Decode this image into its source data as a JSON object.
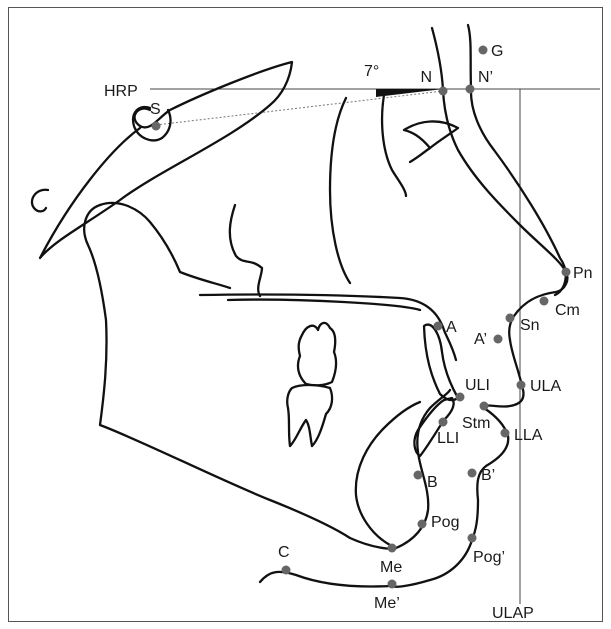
{
  "diagram": {
    "angle_label": "7°",
    "reference_lines": {
      "horizontal": "HRP",
      "vertical": "ULAP"
    },
    "landmarks": [
      {
        "id": "G",
        "label": "G"
      },
      {
        "id": "N",
        "label": "N"
      },
      {
        "id": "N_soft",
        "label": "N’"
      },
      {
        "id": "S",
        "label": "S"
      },
      {
        "id": "Pn",
        "label": "Pn"
      },
      {
        "id": "Cm",
        "label": "Cm"
      },
      {
        "id": "Sn",
        "label": "Sn"
      },
      {
        "id": "A",
        "label": "A"
      },
      {
        "id": "A_soft",
        "label": "A’"
      },
      {
        "id": "ULI",
        "label": "ULI"
      },
      {
        "id": "ULA",
        "label": "ULA"
      },
      {
        "id": "Stm",
        "label": "Stm"
      },
      {
        "id": "LLI",
        "label": "LLI"
      },
      {
        "id": "LLA",
        "label": "LLA"
      },
      {
        "id": "B",
        "label": "B"
      },
      {
        "id": "B_soft",
        "label": "B’"
      },
      {
        "id": "Pog",
        "label": "Pog"
      },
      {
        "id": "Pog_soft",
        "label": "Pog’"
      },
      {
        "id": "Me",
        "label": "Me"
      },
      {
        "id": "Me_soft",
        "label": "Me’"
      },
      {
        "id": "C",
        "label": "C"
      }
    ]
  }
}
